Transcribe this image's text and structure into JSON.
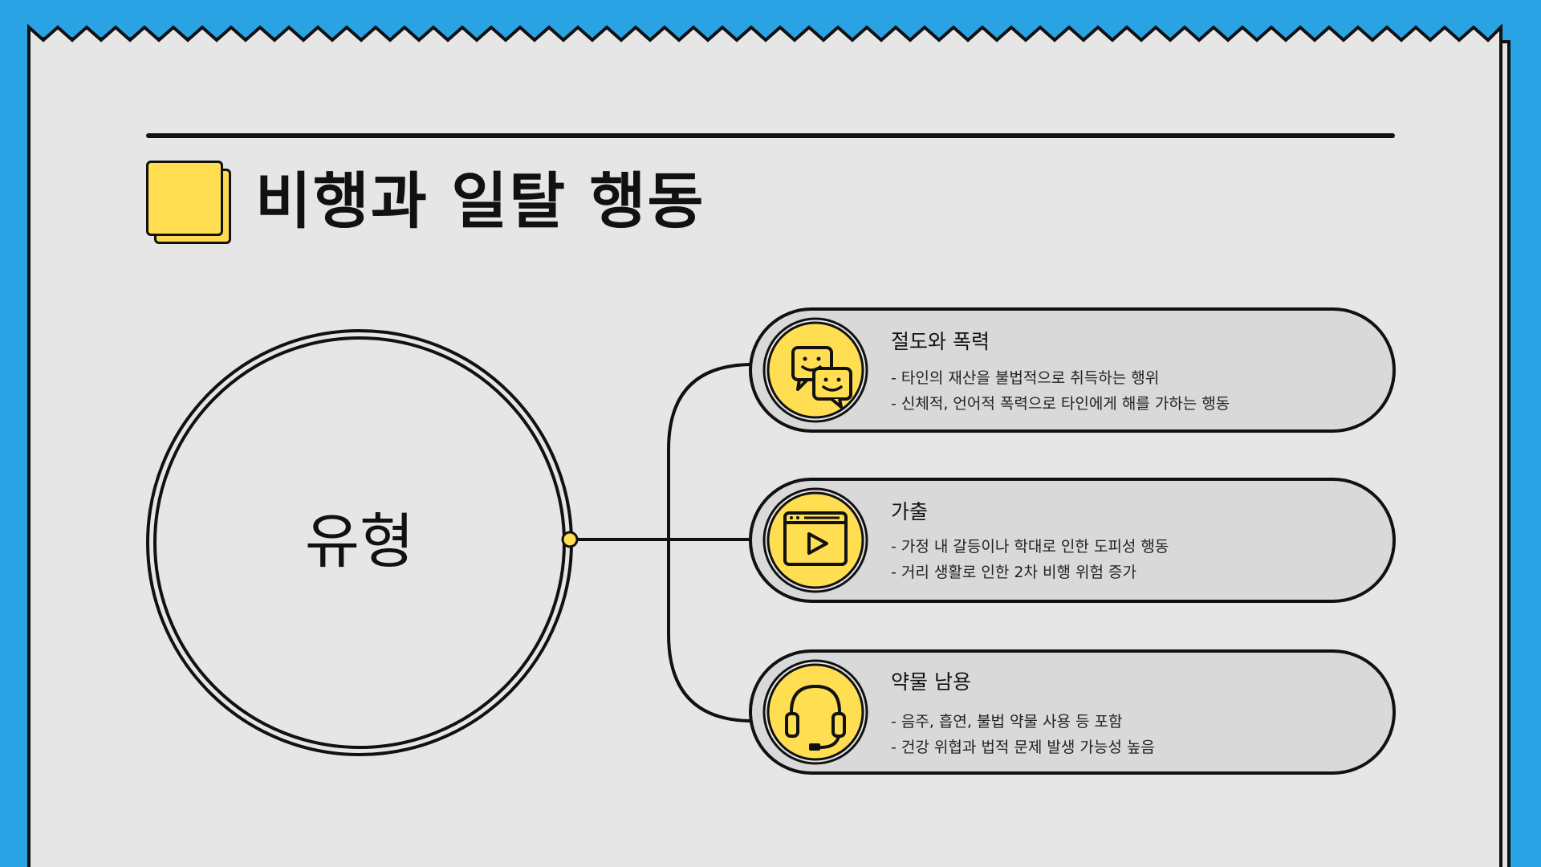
{
  "slide": {
    "title": "비행과 일탈 행동",
    "center_label": "유형",
    "colors": {
      "frame_blue": "#29a3e4",
      "paper": "#e6e6e6",
      "accent_yellow": "#ffde52",
      "pill_fill": "#d9d9d9",
      "ink": "#111111"
    }
  },
  "categories": [
    {
      "title": "절도와 폭력",
      "icon": "chat-bubbles-icon",
      "items": [
        "- 타인의 재산을 불법적으로 취득하는 행위",
        "- 신체적, 언어적 폭력으로 타인에게 해를 가하는 행동"
      ]
    },
    {
      "title": "가출",
      "icon": "video-play-window-icon",
      "items": [
        "- 가정 내 갈등이나 학대로 인한 도피성 행동",
        "- 거리 생활로 인한 2차 비행 위험 증가"
      ]
    },
    {
      "title": "약물 남용",
      "icon": "headset-icon",
      "items": [
        "- 음주, 흡연, 불법 약물 사용 등 포함",
        "- 건강 위협과 법적 문제 발생 가능성 높음"
      ]
    }
  ]
}
